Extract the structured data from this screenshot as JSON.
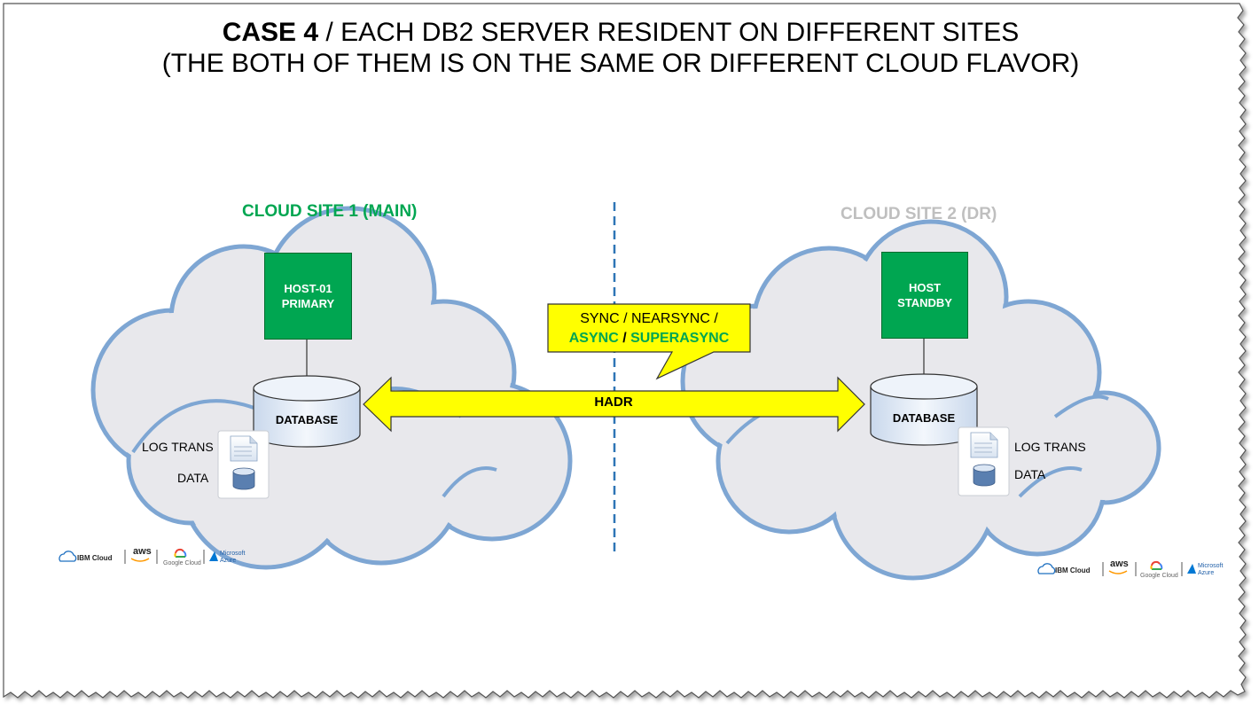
{
  "title": {
    "line1_bold": "CASE 4",
    "line1_rest": " / EACH DB2 SERVER RESIDENT ON DIFFERENT SITES",
    "line2": "(THE BOTH OF THEM IS ON THE SAME OR DIFFERENT CLOUD FLAVOR)"
  },
  "site1": {
    "label": "CLOUD SITE 1 (MAIN)",
    "label_color": "#00a651",
    "host_line1": "HOST-01",
    "host_line2": "PRIMARY",
    "database": "DATABASE",
    "log_label": "LOG TRANS",
    "data_label": "DATA"
  },
  "site2": {
    "label": "CLOUD SITE 2 (DR)",
    "label_color": "#bfbfbf",
    "host_line1": "HOST",
    "host_line2": "STANDBY",
    "database": "DATABASE",
    "log_label": "LOG TRANS",
    "data_label": "DATA"
  },
  "callout": {
    "line1": "SYNC / NEARSYNC /",
    "async": "ASYNC",
    "sep": " / ",
    "superasync": "SUPERASYNC",
    "fill": "#ffff00",
    "green": "#00a651"
  },
  "link": {
    "label": "HADR",
    "fill": "#ffff00"
  },
  "providers": {
    "ibm": "IBM Cloud",
    "aws": "aws",
    "google": "Google Cloud",
    "azure_line1": "Microsoft",
    "azure_line2": "Azure"
  },
  "colors": {
    "cloud_fill": "#e8e8ec",
    "cloud_stroke": "#7ea6d3",
    "host_fill": "#00a651",
    "db_fill": "#dce6f2",
    "divider": "#2e75b6"
  }
}
